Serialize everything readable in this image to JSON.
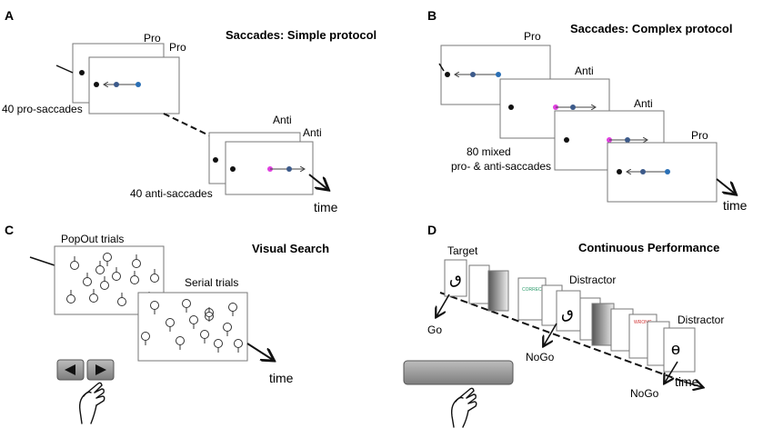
{
  "panel_a": {
    "letter": "A",
    "title": "Saccades: Simple protocol",
    "pro_labels": [
      "Pro",
      "Pro"
    ],
    "pro_count": "40 pro-saccades",
    "anti_labels": [
      "Anti",
      "Anti"
    ],
    "anti_count": "40 anti-saccades",
    "time_label": "time"
  },
  "panel_b": {
    "letter": "B",
    "title": "Saccades: Complex protocol",
    "frame_labels": [
      "Pro",
      "Anti",
      "Anti",
      "Pro"
    ],
    "count_line1": "80 mixed",
    "count_line2": "pro- & anti-saccades",
    "time_label": "time"
  },
  "panel_c": {
    "letter": "C",
    "title": "Visual Search",
    "popout_label": "PopOut trials",
    "serial_label": "Serial trials",
    "time_label": "time"
  },
  "panel_d": {
    "letter": "D",
    "title": "Continuous Performance",
    "target_label": "Target",
    "distractor_label_1": "Distractor",
    "distractor_label_2": "Distractor",
    "go_label": "Go",
    "nogo_label_1": "NoGo",
    "nogo_label_2": "NoGo",
    "time_label": "time",
    "target_glyph": "ٯ",
    "distractor_glyph_1": "ٯ",
    "distractor_glyph_2": "ɵ",
    "correct_text": "CORRECT",
    "wrong_text": "WRONG"
  },
  "colors": {
    "pro_dot": "#2a6fb5",
    "anti_dot": "#e040e0",
    "correct": "#2a9a6a",
    "wrong": "#d03030",
    "button": "#8a8a8a"
  }
}
